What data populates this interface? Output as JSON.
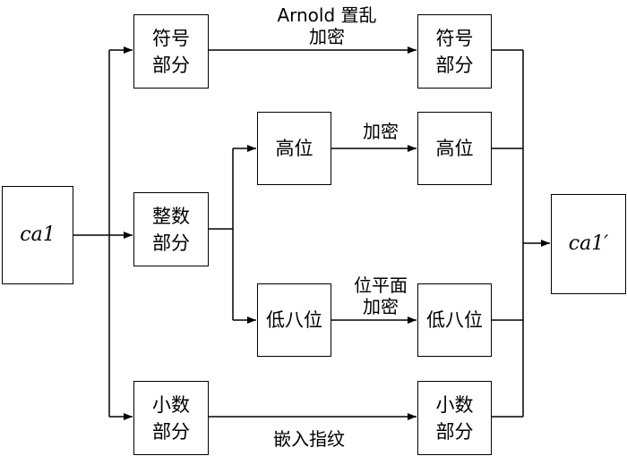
{
  "input_box": {
    "label": "ca1"
  },
  "output_box": {
    "label": "ca1′"
  },
  "left_column": {
    "sign_part": "符号\n部分",
    "integer_part": "整数\n部分",
    "fraction_part": "小数\n部分"
  },
  "middle_column": {
    "high_bits": "高位",
    "low_eight_bits": "低八位"
  },
  "right_column": {
    "sign_part_out": "符号\n部分",
    "high_bits_out": "高位",
    "low_eight_bits_out": "低八位",
    "fraction_part_out": "小数\n部分"
  },
  "edge_labels": {
    "arnold_line1": "Arnold 置乱",
    "arnold_line2": "加密",
    "encrypt": "加密",
    "bitplane_line1": "位平面",
    "bitplane_line2": "加密",
    "embed_fingerprint": "嵌入指纹"
  }
}
